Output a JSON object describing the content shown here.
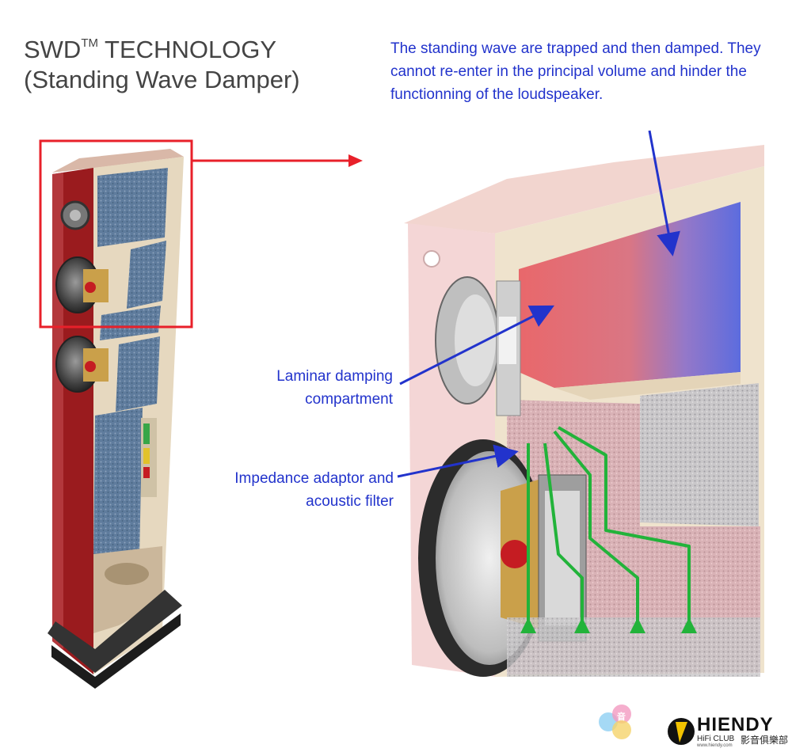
{
  "title": {
    "main": "SWD",
    "tm": "TM",
    "rest": " TECHNOLOGY",
    "line2": "(Standing Wave Damper)"
  },
  "labels": {
    "standing_wave": "The standing wave are trapped and then damped. They cannot re-enter in the principal volume and hinder the functionning of the loudspeaker.",
    "laminar": "Laminar damping compartment",
    "impedance": "Impedance adaptor and acoustic filter"
  },
  "watermark": {
    "brand": "HIENDY",
    "sub": "HiFi CLUB",
    "cn": "影音俱樂部",
    "url": "www.hiendy.com",
    "badge": "音"
  },
  "colors": {
    "label_blue": "#2233cc",
    "highlight_red": "#e8202a",
    "flow_green": "#22b33a",
    "cabinet_red": "#9a1b1e",
    "panel_beige": "#e6d8bf",
    "foam_blue": "#5d7a9a"
  }
}
